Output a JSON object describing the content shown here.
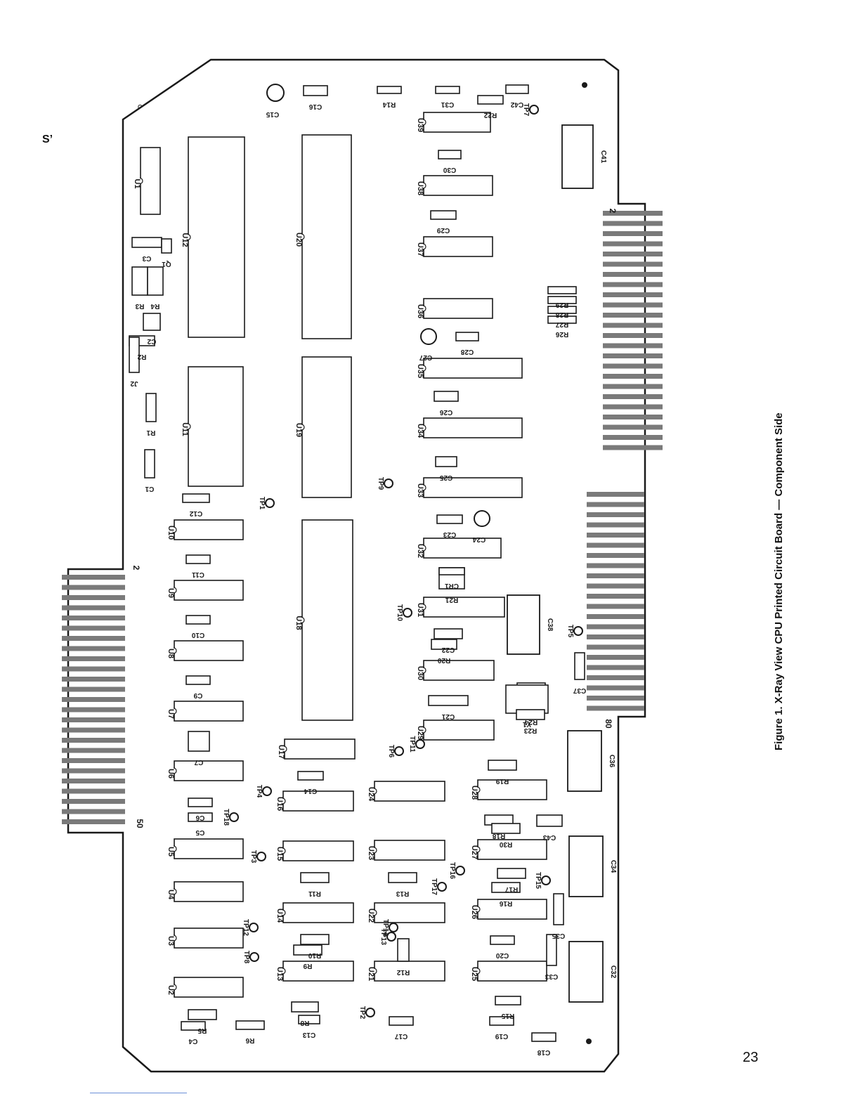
{
  "figure": {
    "caption": "Figure 1. X-Ray View CPU Printed Circuit Board — Component Side",
    "page_number": "23",
    "margin_fragment": "Sʼ"
  },
  "colors": {
    "board_fill": "#ffffff",
    "board_outline": "#1a1a1a",
    "trace": "#555555",
    "ground_trace": "#a8a8a8",
    "finger": "#7a7a7a",
    "component": "#1a1a1a"
  },
  "edge_labels": [
    "2",
    "50",
    "2",
    "80"
  ],
  "chips": [
    {
      "label": "U1"
    },
    {
      "label": "U12"
    },
    {
      "label": "U20"
    },
    {
      "label": "U19"
    },
    {
      "label": "U11"
    },
    {
      "label": "U18"
    },
    {
      "label": "U17"
    },
    {
      "label": "U10"
    },
    {
      "label": "U9"
    },
    {
      "label": "U8"
    },
    {
      "label": "U7"
    },
    {
      "label": "U6"
    },
    {
      "label": "U5"
    },
    {
      "label": "U4"
    },
    {
      "label": "U3"
    },
    {
      "label": "U2"
    },
    {
      "label": "U16"
    },
    {
      "label": "U15"
    },
    {
      "label": "U14"
    },
    {
      "label": "U13"
    },
    {
      "label": "U24"
    },
    {
      "label": "U23"
    },
    {
      "label": "U22"
    },
    {
      "label": "U21"
    },
    {
      "label": "U39"
    },
    {
      "label": "U38"
    },
    {
      "label": "U37"
    },
    {
      "label": "U36"
    },
    {
      "label": "U35"
    },
    {
      "label": "U34"
    },
    {
      "label": "U33"
    },
    {
      "label": "U32"
    },
    {
      "label": "U31"
    },
    {
      "label": "U30"
    },
    {
      "label": "U29"
    },
    {
      "label": "U28"
    },
    {
      "label": "U27"
    },
    {
      "label": "U26"
    },
    {
      "label": "U25"
    }
  ],
  "passives": [
    {
      "label": "C16"
    },
    {
      "label": "R14"
    },
    {
      "label": "C31"
    },
    {
      "label": "C42"
    },
    {
      "label": "R22"
    },
    {
      "label": "C30"
    },
    {
      "label": "C29"
    },
    {
      "label": "C3"
    },
    {
      "label": "R3"
    },
    {
      "label": "R4"
    },
    {
      "label": "R2"
    },
    {
      "label": "C2"
    },
    {
      "label": "J2"
    },
    {
      "label": "R1"
    },
    {
      "label": "C1"
    },
    {
      "label": "C12"
    },
    {
      "label": "C11"
    },
    {
      "label": "C10"
    },
    {
      "label": "C9"
    },
    {
      "label": "C7"
    },
    {
      "label": "C6"
    },
    {
      "label": "C5"
    },
    {
      "label": "R5"
    },
    {
      "label": "C4"
    },
    {
      "label": "R6"
    },
    {
      "label": "C14"
    },
    {
      "label": "R11"
    },
    {
      "label": "R10"
    },
    {
      "label": "R9"
    },
    {
      "label": "R8"
    },
    {
      "label": "C13"
    },
    {
      "label": "R13"
    },
    {
      "label": "R12"
    },
    {
      "label": "C17"
    },
    {
      "label": "C28"
    },
    {
      "label": "C26"
    },
    {
      "label": "C25"
    },
    {
      "label": "C23"
    },
    {
      "label": "R21"
    },
    {
      "label": "CR1"
    },
    {
      "label": "C22"
    },
    {
      "label": "R20"
    },
    {
      "label": "C21"
    },
    {
      "label": "R24"
    },
    {
      "label": "Y1"
    },
    {
      "label": "R23"
    },
    {
      "label": "R19"
    },
    {
      "label": "R18"
    },
    {
      "label": "R30"
    },
    {
      "label": "R17"
    },
    {
      "label": "R16"
    },
    {
      "label": "C20"
    },
    {
      "label": "R15"
    },
    {
      "label": "C19"
    },
    {
      "label": "C18"
    },
    {
      "label": "C43"
    },
    {
      "label": "C35"
    },
    {
      "label": "C33"
    },
    {
      "label": "C37"
    },
    {
      "label": "R29"
    },
    {
      "label": "R28"
    },
    {
      "label": "R27"
    },
    {
      "label": "R26"
    },
    {
      "label": "Q1"
    }
  ],
  "large_caps": [
    {
      "label": "C15"
    },
    {
      "label": "C41"
    },
    {
      "label": "C27"
    },
    {
      "label": "C24"
    },
    {
      "label": "C38"
    },
    {
      "label": "C36"
    },
    {
      "label": "C34"
    },
    {
      "label": "C32"
    }
  ],
  "test_points": [
    {
      "label": "TP1"
    },
    {
      "label": "TP2"
    },
    {
      "label": "TP3"
    },
    {
      "label": "TP4"
    },
    {
      "label": "TP5"
    },
    {
      "label": "TP6"
    },
    {
      "label": "TP7"
    },
    {
      "label": "TP8"
    },
    {
      "label": "TP9"
    },
    {
      "label": "TP10"
    },
    {
      "label": "TP11"
    },
    {
      "label": "TP12"
    },
    {
      "label": "TP13"
    },
    {
      "label": "TP14"
    },
    {
      "label": "TP15"
    },
    {
      "label": "TP16"
    },
    {
      "label": "TP17"
    },
    {
      "label": "TP18"
    }
  ]
}
